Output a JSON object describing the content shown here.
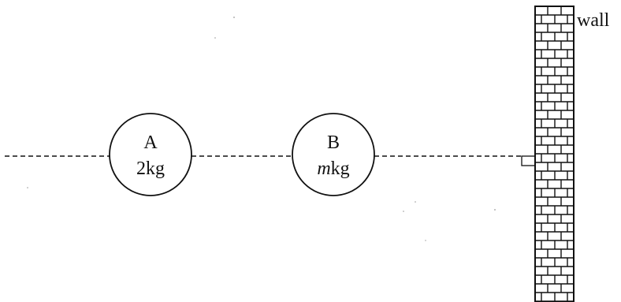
{
  "wall": {
    "label": "wall"
  },
  "spheres": [
    {
      "id": "A",
      "name": "A",
      "mass_value": "2",
      "mass_unit": "kg",
      "mass_italic": false
    },
    {
      "id": "B",
      "name": "B",
      "mass_value": "m",
      "mass_unit": "kg",
      "mass_italic": true
    }
  ],
  "colors": {
    "ink": "#111111",
    "background": "#ffffff"
  }
}
